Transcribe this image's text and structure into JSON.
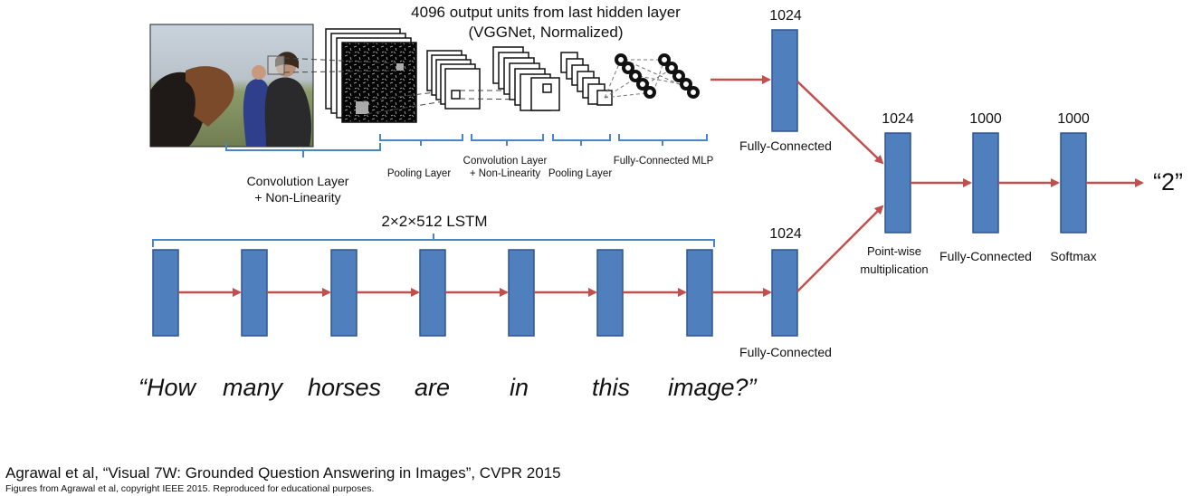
{
  "cnn": {
    "header_line1": "4096 output  units from last hidden layer",
    "header_line2": "(VGGNet, Normalized)",
    "conv1_label_line1": "Convolution Layer",
    "conv1_label_line2": "+ Non-Linearity",
    "pool1_label": "Pooling Layer",
    "conv2_label_line1": "Convolution Layer",
    "conv2_label_line2": "+ Non-Linearity",
    "pool2_label": "Pooling  Layer",
    "mlp_label": "Fully-Connected MLP"
  },
  "lstm": {
    "label": "2×2×512 LSTM",
    "question_words": [
      "“How",
      "many",
      "horses",
      "are",
      "in",
      "this",
      "image?”"
    ]
  },
  "fusion": {
    "image_fc_dim": "1024",
    "image_fc_label": "Fully-Connected",
    "question_fc_dim": "1024",
    "question_fc_label": "Fully-Connected",
    "pointwise_dim": "1024",
    "pointwise_label_line1": "Point-wise",
    "pointwise_label_line2": "multiplication",
    "fc_dim": "1000",
    "fc_label": "Fully-Connected",
    "softmax_dim": "1000",
    "softmax_label": "Softmax",
    "answer": "“2”"
  },
  "citation": {
    "main": "Agrawal et al, “Visual 7W: Grounded Question Answering in Images”, CVPR 2015",
    "note": "Figures from Agrawal et al, copyright IEEE 2015. Reproduced for educational purposes."
  },
  "colors": {
    "block_fill": "#4f7fbd",
    "block_stroke": "#2f5590",
    "arrow": "#c0504d",
    "bracket": "#4a86c5"
  }
}
